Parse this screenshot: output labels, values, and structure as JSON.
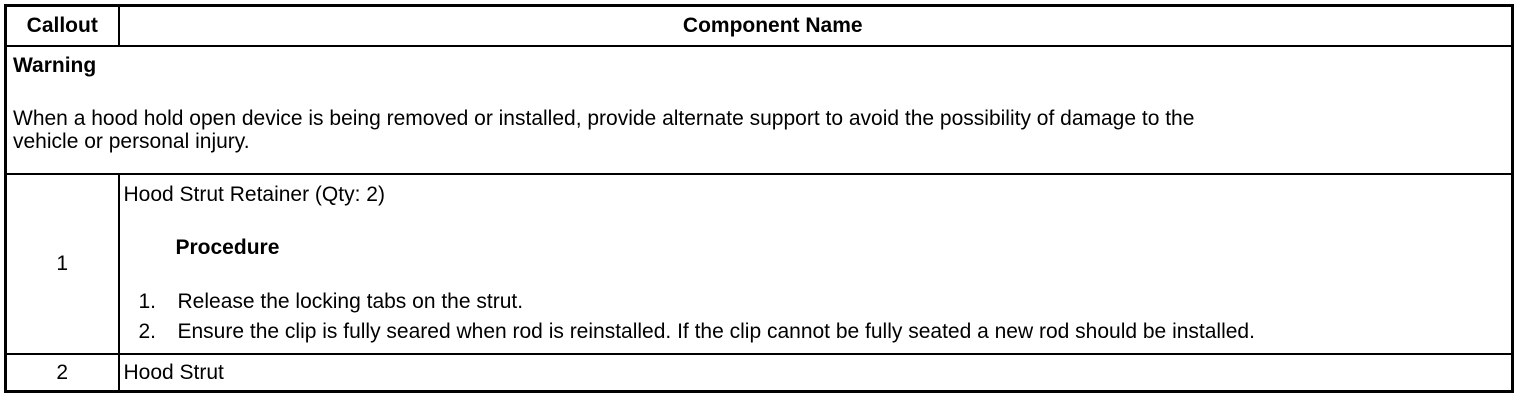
{
  "table": {
    "header": {
      "callout": "Callout",
      "component": "Component Name"
    },
    "warning": {
      "title": "Warning",
      "lines": [
        "When a hood hold open device is being removed or installed, provide alternate support to avoid the possibility of damage to the",
        "vehicle or personal injury."
      ]
    },
    "rows": [
      {
        "callout": "1",
        "component": "Hood Strut Retainer (Qty: 2)",
        "procedure_title": "Procedure",
        "steps": [
          {
            "num": "1.",
            "text": "Release the locking tabs on the strut."
          },
          {
            "num": "2.",
            "text": "Ensure the clip is fully seared when rod is reinstalled. If the clip cannot be fully seated a new rod should be installed."
          }
        ]
      },
      {
        "callout": "2",
        "component": "Hood Strut"
      }
    ]
  },
  "colors": {
    "border": "#000000",
    "background": "#ffffff",
    "text": "#000000"
  }
}
